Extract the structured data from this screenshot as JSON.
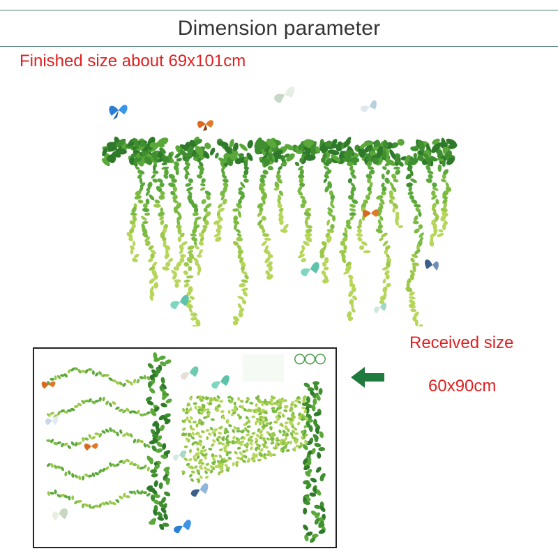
{
  "header": {
    "title": "Dimension parameter"
  },
  "finished": {
    "label": "Finished size about 69x101cm"
  },
  "received": {
    "label": "Received size",
    "value": "60x90cm"
  },
  "colors": {
    "text_red": "#e02020",
    "text_dark": "#333333",
    "rule": "#4a7a72",
    "leaf_dark": "#2f7a2a",
    "leaf_mid": "#5aa83a",
    "leaf_light": "#9cc94a",
    "arrow": "#1f7a3e",
    "butterfly_blue": "#2a7fd4",
    "butterfly_orange": "#d9691e",
    "butterfly_mint": "#7fd6c0"
  },
  "icons": {
    "arrow": "arrow-left-icon",
    "butterfly": "butterfly-icon",
    "vine": "hanging-vine-illustration"
  }
}
